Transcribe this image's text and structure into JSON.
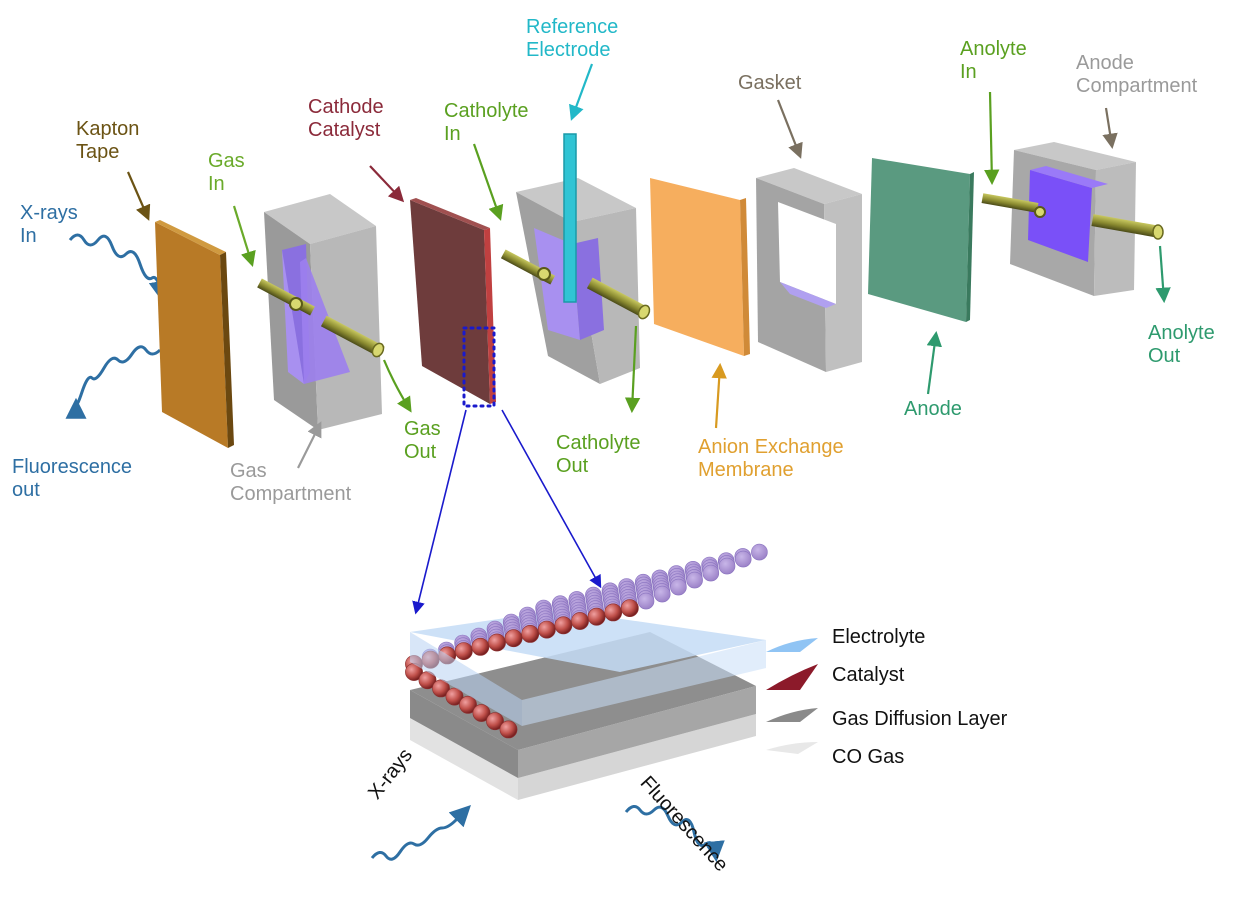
{
  "colors": {
    "xray_blue": "#2e6fa3",
    "kapton_brown": "#6b5314",
    "gas_green": "#6aaa2a",
    "cathode_red": "#8b2a3a",
    "catholyte_green": "#5aa020",
    "reference_cyan": "#22b8c8",
    "gasket_gray": "#7a7060",
    "membrane_orange": "#e8a838",
    "anode_teal": "#2e9a6e",
    "compartment_gray": "#9a9a9a",
    "dotted_box_blue": "#1a1acc",
    "electrolyte_blue": "#a8ccf0",
    "catalyst_red": "#8c1a2a"
  },
  "labels": {
    "xrays_in": [
      "X-rays",
      "In"
    ],
    "fluorescence_out": [
      "Fluorescence",
      "out"
    ],
    "kapton_tape": [
      "Kapton",
      "Tape"
    ],
    "gas_in": [
      "Gas",
      "In"
    ],
    "gas_compartment": [
      "Gas",
      "Compartment"
    ],
    "gas_out": [
      "Gas",
      "Out"
    ],
    "cathode_catalyst": [
      "Cathode",
      "Catalyst"
    ],
    "catholyte_in": [
      "Catholyte",
      "In"
    ],
    "reference_electrode": [
      "Reference",
      "Electrode"
    ],
    "catholyte_out": [
      "Catholyte",
      "Out"
    ],
    "anion_exchange_membrane": [
      "Anion Exchange",
      "Membrane"
    ],
    "gasket": "Gasket",
    "anode": "Anode",
    "anolyte_in": [
      "Anolyte",
      "In"
    ],
    "anode_compartment": [
      "Anode",
      "Compartment"
    ],
    "anolyte_out": [
      "Anolyte",
      "Out"
    ]
  },
  "detail": {
    "electrolyte": "Electrolyte",
    "catalyst": "Catalyst",
    "gas_diffusion_layer": "Gas Diffusion Layer",
    "co_gas": "CO Gas",
    "xrays": "X-rays",
    "fluorescence": "Fluorescence"
  }
}
